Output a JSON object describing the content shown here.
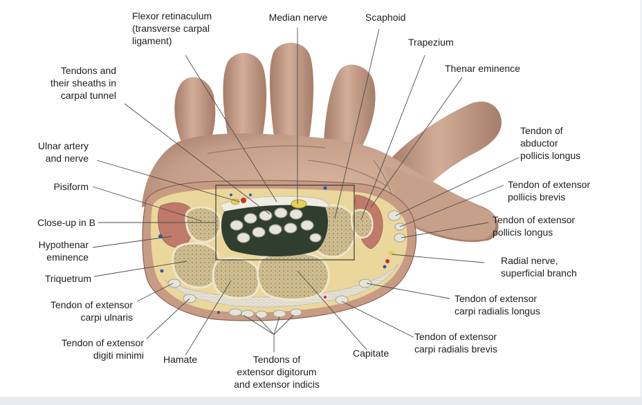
{
  "labels": {
    "flexor_retinaculum": "Flexor retinaculum\n(transverse carpal\nligament)",
    "median_nerve": "Median nerve",
    "scaphoid": "Scaphoid",
    "trapezium": "Trapezium",
    "thenar_eminence": "Thenar eminence",
    "tendons_sheaths": "Tendons and\ntheir sheaths in\ncarpal tunnel",
    "ulnar_artery": "Ulnar artery\nand nerve",
    "pisiform": "Pisiform",
    "close_up": "Close-up in B",
    "hypothenar": "Hypothenar\neminence",
    "triquetrum": "Triquetrum",
    "ecu": "Tendon of extensor\ncarpi ulnaris",
    "edm": "Tendon of extensor\ndigiti minimi",
    "hamate": "Hamate",
    "ext_digitorum": "Tendons of\nextensor digitorum\nand extensor indicis",
    "capitate": "Capitate",
    "ecrb": "Tendon of extensor\ncarpi radialis brevis",
    "ecrl": "Tendon of extensor\ncarpi radialis longus",
    "radial_nerve": "Radial nerve,\nsuperficial branch",
    "epl": "Tendon of extensor\npollicis longus",
    "epb": "Tendon of extensor\npollicis brevis",
    "apl": "Tendon of\nabductor\npollicis longus"
  },
  "colors": {
    "skin": "#c9a48e",
    "skin_shade": "#a9806b",
    "fat": "#ecdca0",
    "bone": "#d8caa0",
    "cortex": "#efe6cb",
    "muscle": "#c0786a",
    "tendon": "#e7e4dc",
    "tunnel_dark": "#2f3e2f",
    "nerve": "#e6d35a",
    "artery": "#c8312a",
    "vein": "#2b5aa3",
    "leader": "#4a4a4a"
  }
}
